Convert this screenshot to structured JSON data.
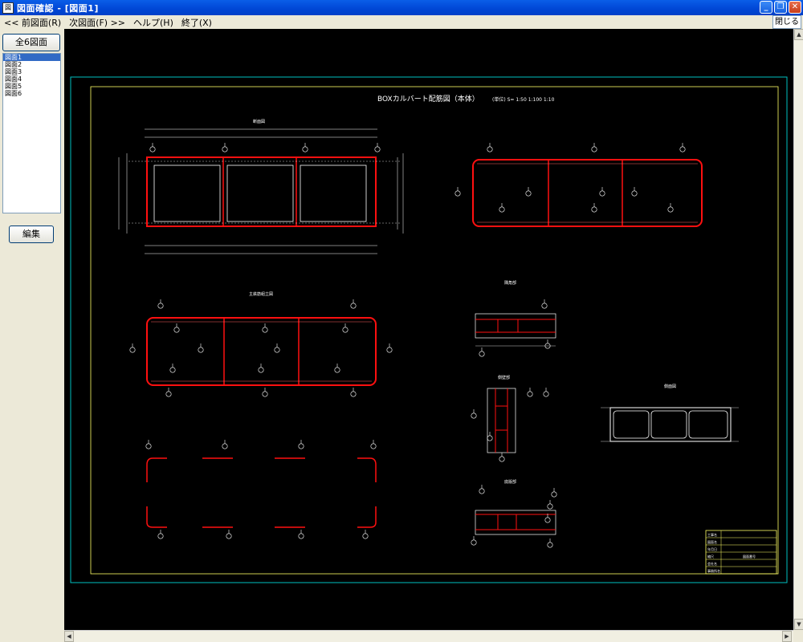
{
  "window": {
    "title": "図面確認 - [図面1]",
    "close_label": "閉じる"
  },
  "menu": [
    {
      "label": "<< 前図面(R)"
    },
    {
      "label": "次図面(F) >>"
    },
    {
      "label": "ヘルプ(H)"
    },
    {
      "label": "終了(X)"
    }
  ],
  "left_panel": {
    "all_drawings_button": "全6図面",
    "drawings": [
      "図面1",
      "図面2",
      "図面3",
      "図面4",
      "図面5",
      "図面6"
    ],
    "selected_index": 0,
    "edit_button": "編集"
  },
  "drawing": {
    "title": "BOXカルバート配筋図（本体）",
    "scale_text": "(単位) S= 1:50 1:100 1:10",
    "section_label_1": "断面図",
    "section_label_2": "主鉄筋組立図",
    "detail_label_1": "隅角部",
    "detail_label_2": "側壁部",
    "detail_label_3": "底版部",
    "side_label": "側面図",
    "title_block": [
      "工事名",
      "図面名",
      "年月日",
      "縮尺",
      "会社名",
      "事務所名"
    ],
    "title_block_values": {
      "scale_ref": "図面番号"
    }
  },
  "colors": {
    "titlebar": "#0046d5",
    "drawing_bg": "#000000",
    "frame_outer": "#00c0c0",
    "frame_inner": "#ffff66",
    "rebar": "#ff1010",
    "lines": "#ffffff"
  }
}
